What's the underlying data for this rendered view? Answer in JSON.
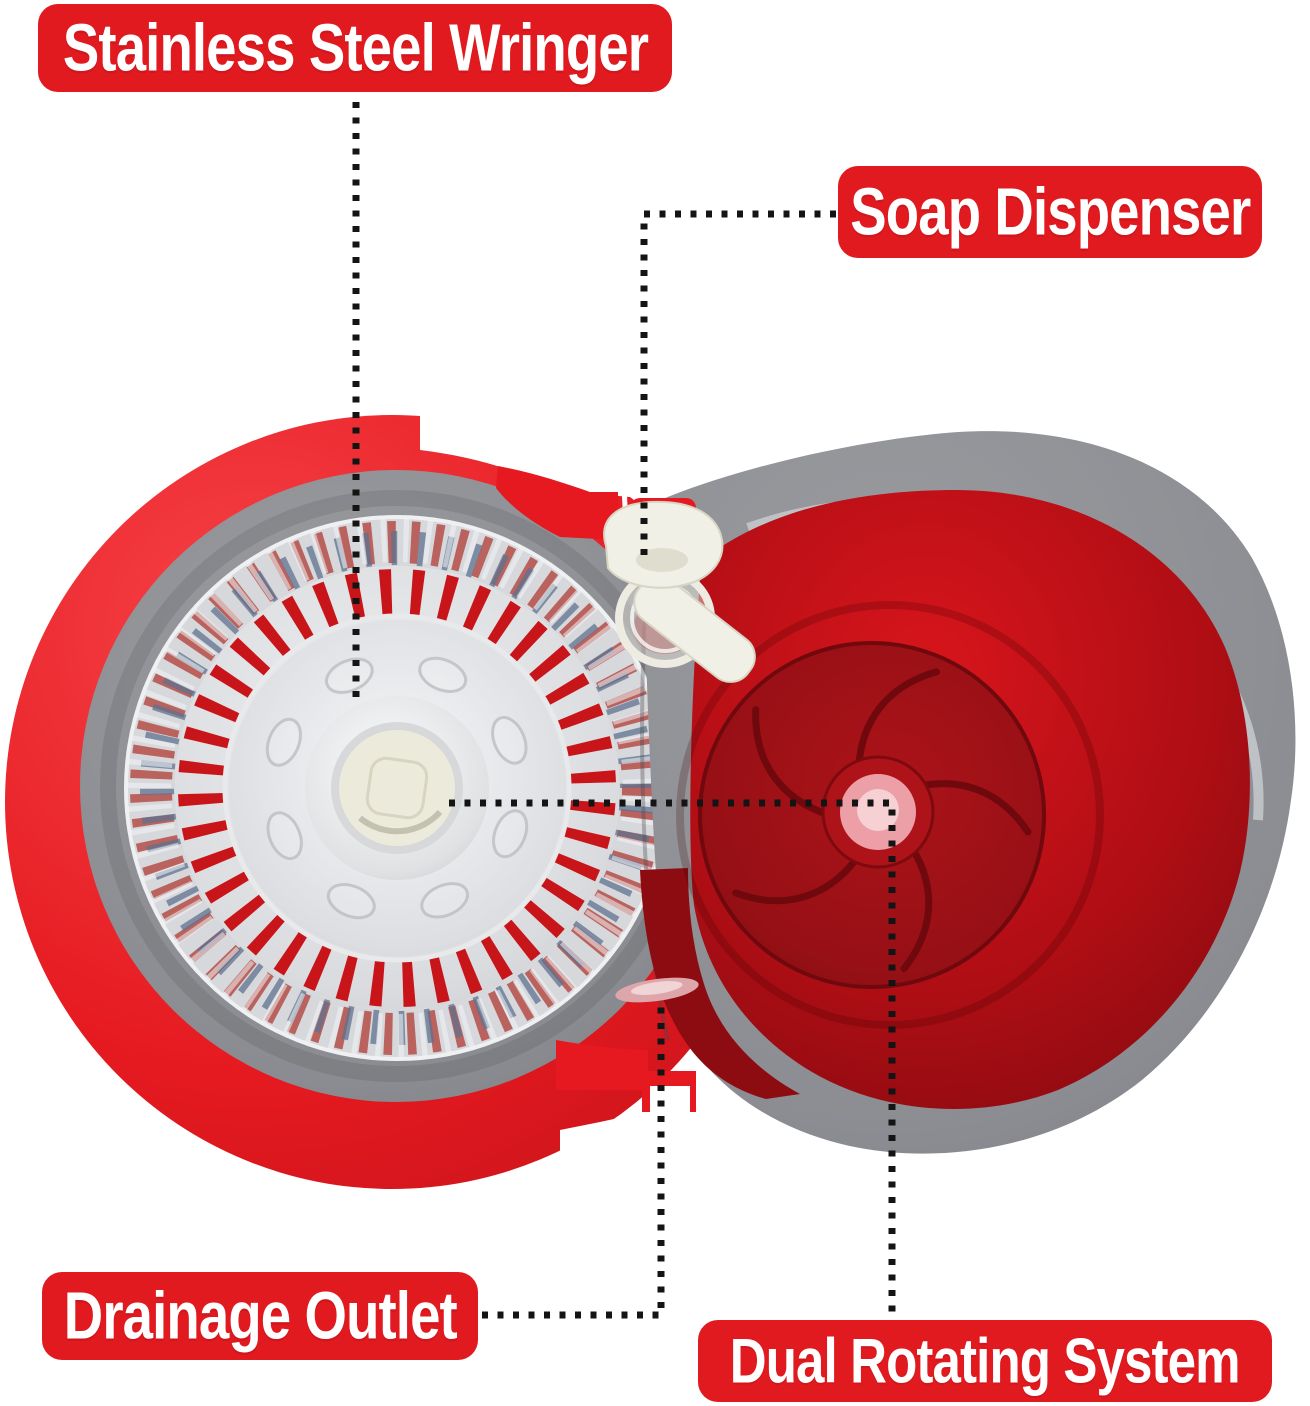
{
  "annotations": {
    "wringer": {
      "label": "Stainless Steel Wringer"
    },
    "soap": {
      "label": "Soap Dispenser"
    },
    "drainage": {
      "label": "Drainage Outlet"
    },
    "rotating": {
      "label": "Dual Rotating System"
    }
  },
  "colors": {
    "background": "#ffffff",
    "label_bg": "#e11a20",
    "label_text": "#ffffff",
    "leader_dots": "#141414",
    "bucket_red": "#e5191f",
    "bucket_red_bright": "#f23b40",
    "bowl_red": "#c01118",
    "bowl_red_deep": "#8c0c11",
    "impeller_red": "#9c1116",
    "rim_gray": "#8b8d92",
    "rim_gray_light": "#b9bcc1",
    "steel_light": "#f2f3f5",
    "steel_mid": "#c9ccd0",
    "slot_red": "#c8151a",
    "texture_red": "#b2453e",
    "texture_blue": "#5f7390",
    "hub_cream": "#eceadb",
    "hub_pink": "#ec9fa7",
    "hub_pink_light": "#f7d0d4",
    "pump_white": "#f1f0e6"
  }
}
